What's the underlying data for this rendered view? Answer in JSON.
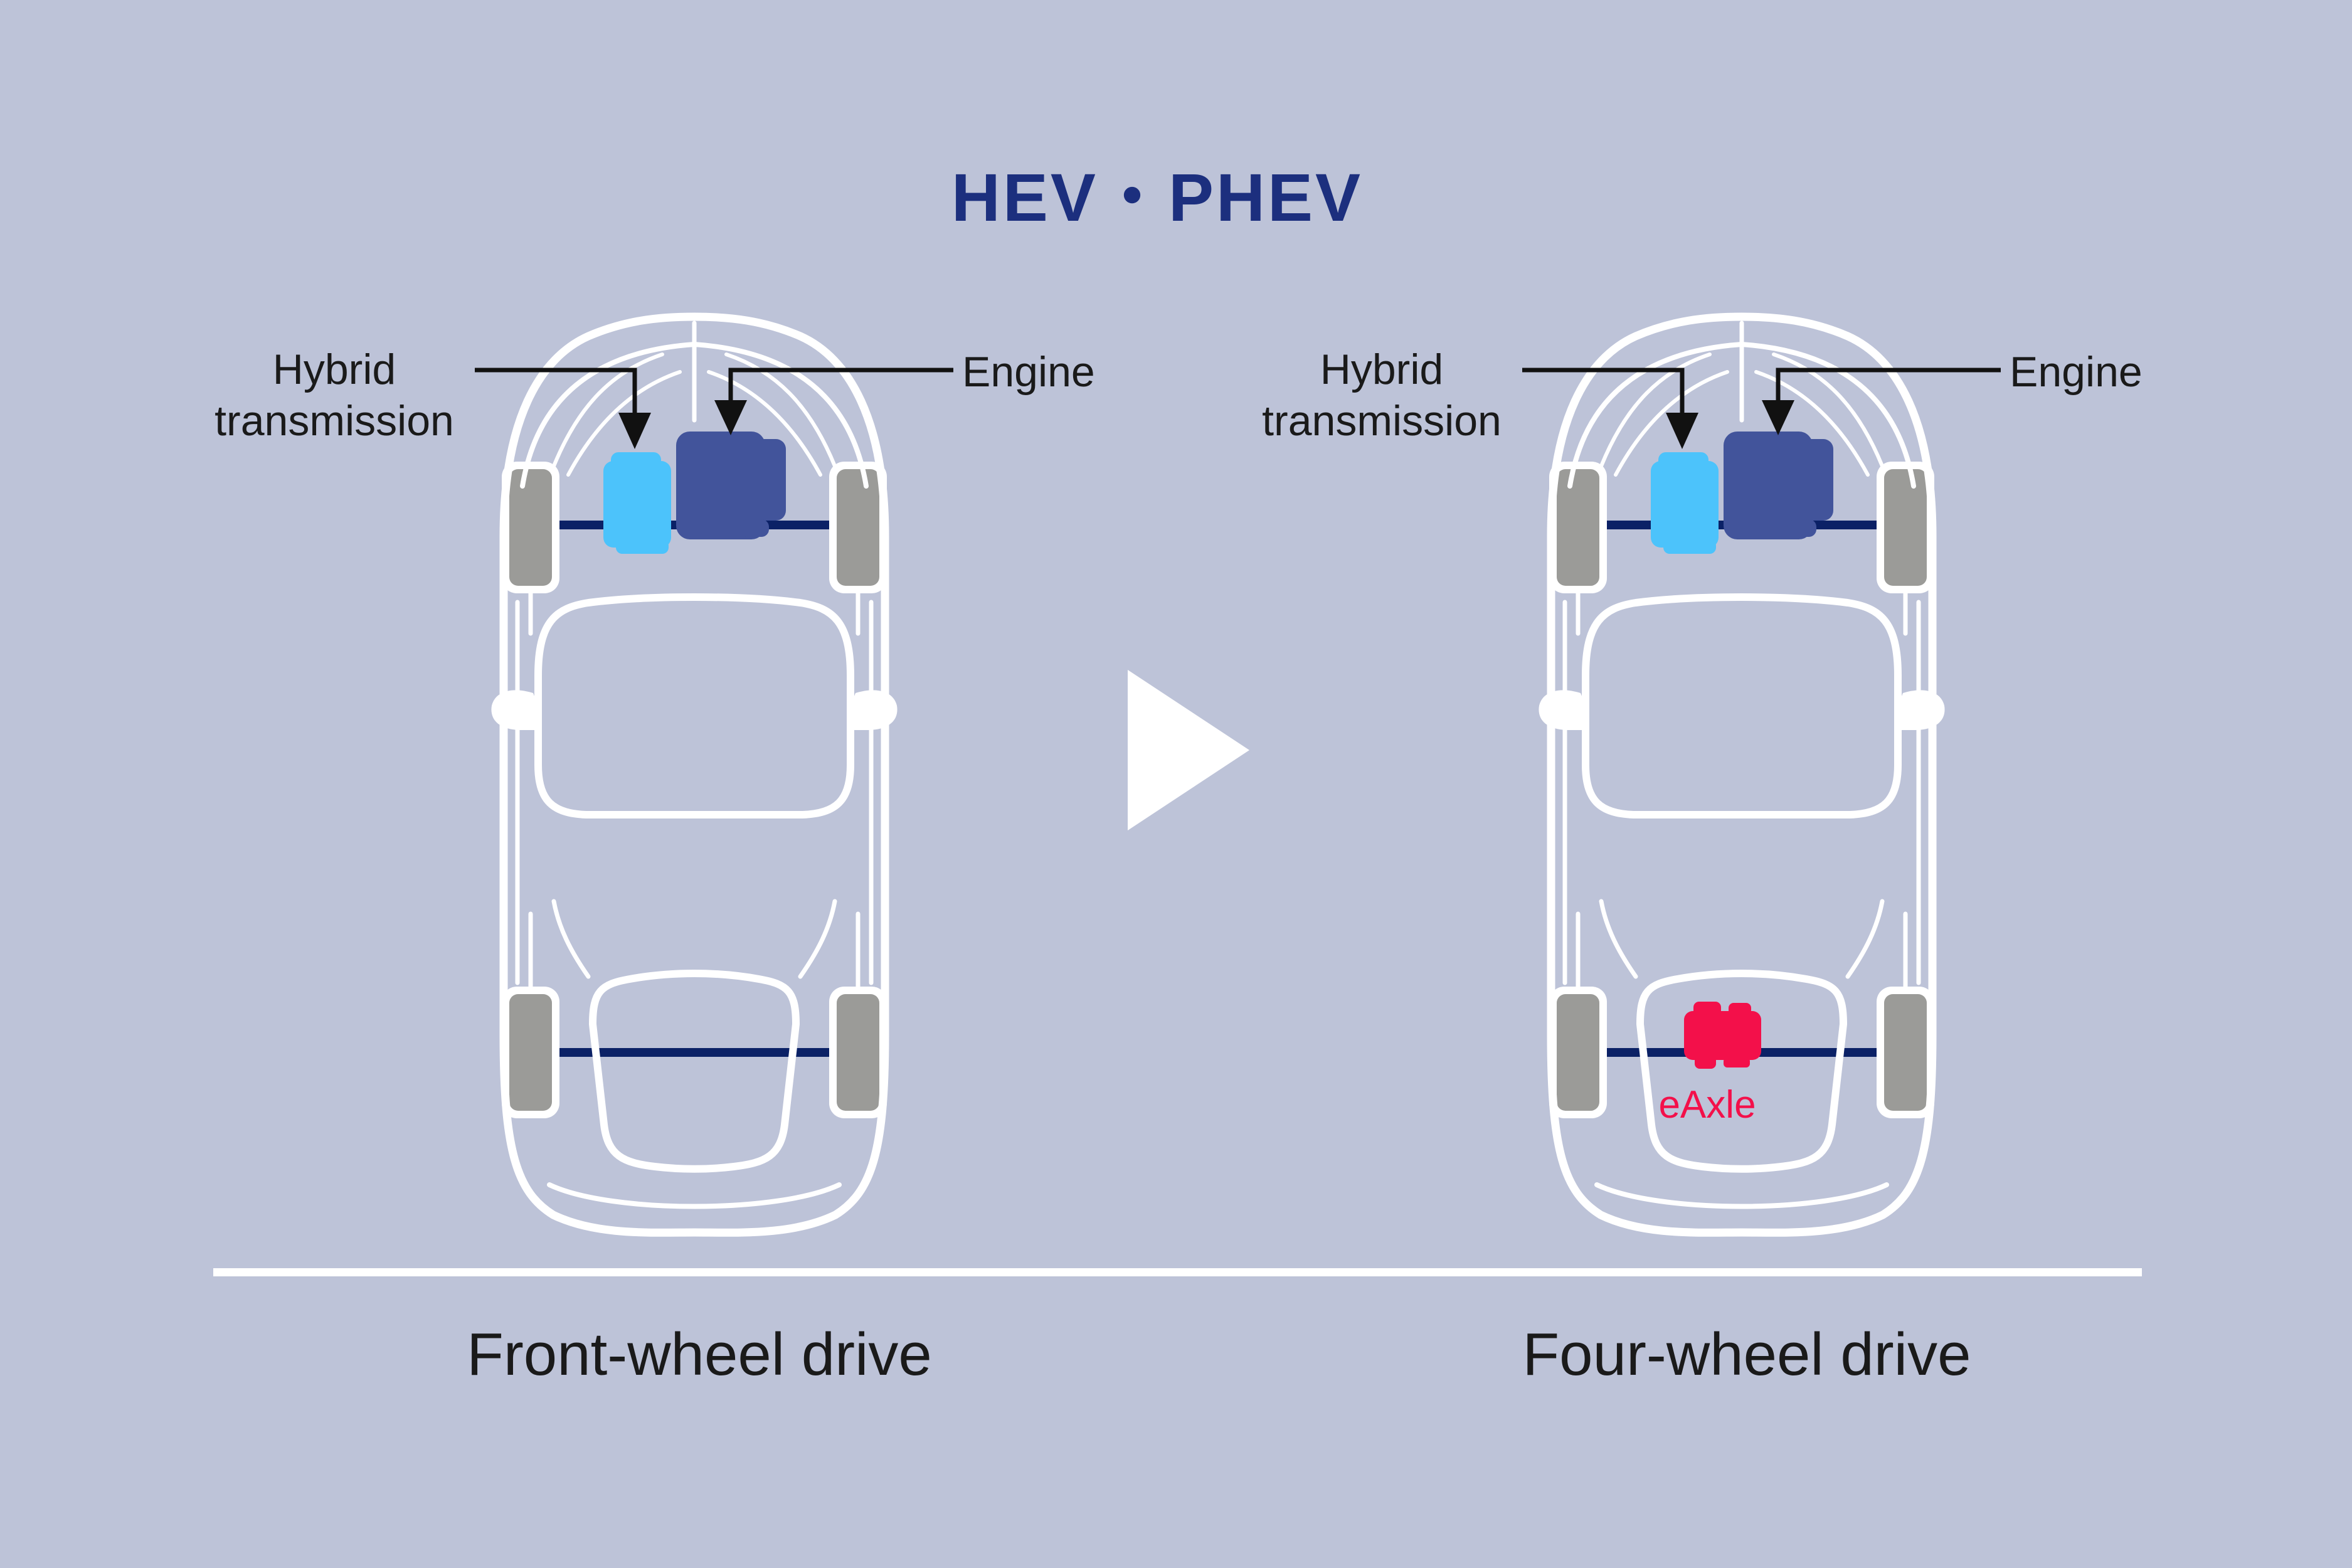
{
  "title": "HEV・PHEV",
  "diagram": {
    "left_car": {
      "caption": "Front-wheel drive",
      "labels": {
        "transmission_line1": "Hybrid",
        "transmission_line2": "transmission",
        "engine": "Engine"
      }
    },
    "right_car": {
      "caption": "Four-wheel drive",
      "labels": {
        "transmission_line1": "Hybrid",
        "transmission_line2": "transmission",
        "engine": "Engine",
        "eaxle": "eAxle"
      }
    }
  },
  "colors": {
    "bg": "#bdc3d8",
    "title": "#1c2f7e",
    "text": "#1a1a1a",
    "pointer": "#111111",
    "car_line": "#ffffff",
    "wheel": "#9b9b98",
    "axle": "#0b2166",
    "transmission": "#4cc3fb",
    "engine": "#42549b",
    "eaxle": "#f3104a",
    "transform_arrow": "#ffffff",
    "ground": "#ffffff"
  }
}
